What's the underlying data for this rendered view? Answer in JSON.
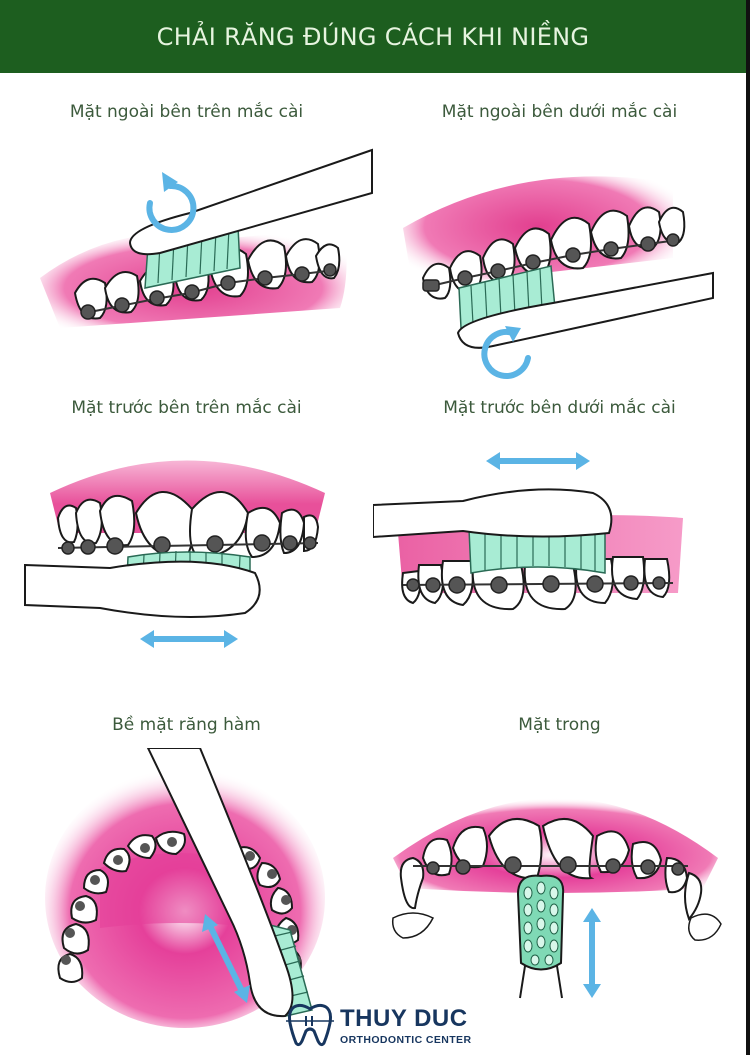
{
  "header": {
    "title": "CHẢI RĂNG ĐÚNG CÁCH KHI NIỀNG",
    "background_color": "#1d5e1f",
    "text_color": "#e6f4df"
  },
  "panels": [
    {
      "caption": "Mặt ngoài bên trên mắc cài",
      "motion": "circular",
      "motion_icon": "rotate-arrow-icon"
    },
    {
      "caption": "Mặt ngoài bên dưới mắc cài",
      "motion": "circular",
      "motion_icon": "rotate-arrow-icon"
    },
    {
      "caption": "Mặt trước bên trên mắc cài",
      "motion": "horizontal",
      "motion_icon": "double-arrow-horizontal-icon"
    },
    {
      "caption": "Mặt trước bên dưới mắc cài",
      "motion": "horizontal",
      "motion_icon": "double-arrow-horizontal-icon"
    },
    {
      "caption": "Bề mặt răng hàm",
      "motion": "diagonal",
      "motion_icon": "double-arrow-diagonal-icon"
    },
    {
      "caption": "Mặt trong",
      "motion": "vertical",
      "motion_icon": "double-arrow-vertical-icon"
    }
  ],
  "logo": {
    "name": "THUY DUC",
    "subtitle": "ORTHODONTIC CENTER",
    "icon": "tooth-braces-icon",
    "color": "#17365f"
  },
  "colors": {
    "gum": "#e8509a",
    "bristle": "#a8ecd4",
    "arrow": "#5bb4e5",
    "caption": "#3c5a3c",
    "outline": "#1a1a1a"
  }
}
